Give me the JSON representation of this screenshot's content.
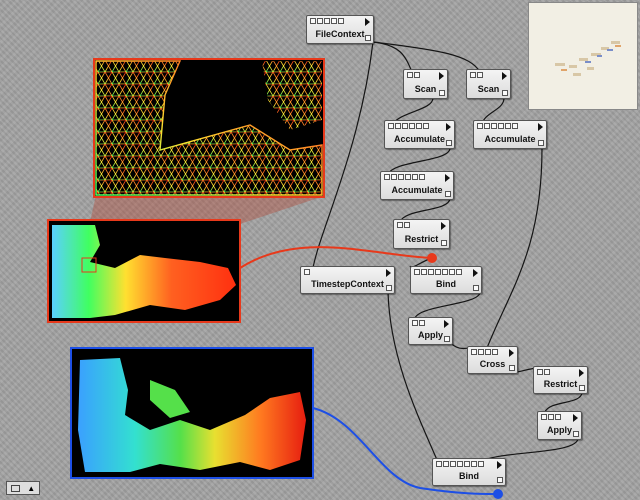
{
  "nodes": {
    "file_context": "FileContext",
    "scan_1": "Scan",
    "scan_2": "Scan",
    "accumulate_1": "Accumulate",
    "accumulate_2": "Accumulate",
    "accumulate_3": "Accumulate",
    "restrict_1": "Restrict",
    "timestep_context": "TimestepContext",
    "bind_1": "Bind",
    "apply_1": "Apply",
    "cross": "Cross",
    "restrict_2": "Restrict",
    "apply_2": "Apply",
    "bind_2": "Bind"
  },
  "colors": {
    "red_viewer_border": "#e8391b",
    "blue_viewer_border": "#1d4fe6",
    "red_wire": "#e8391b",
    "blue_wire": "#1d4fe6",
    "black_wire": "#151515"
  },
  "statusbar": {
    "dropdown_arrow": "▲"
  },
  "icons": {
    "workspace_tool": "layout-icon"
  }
}
